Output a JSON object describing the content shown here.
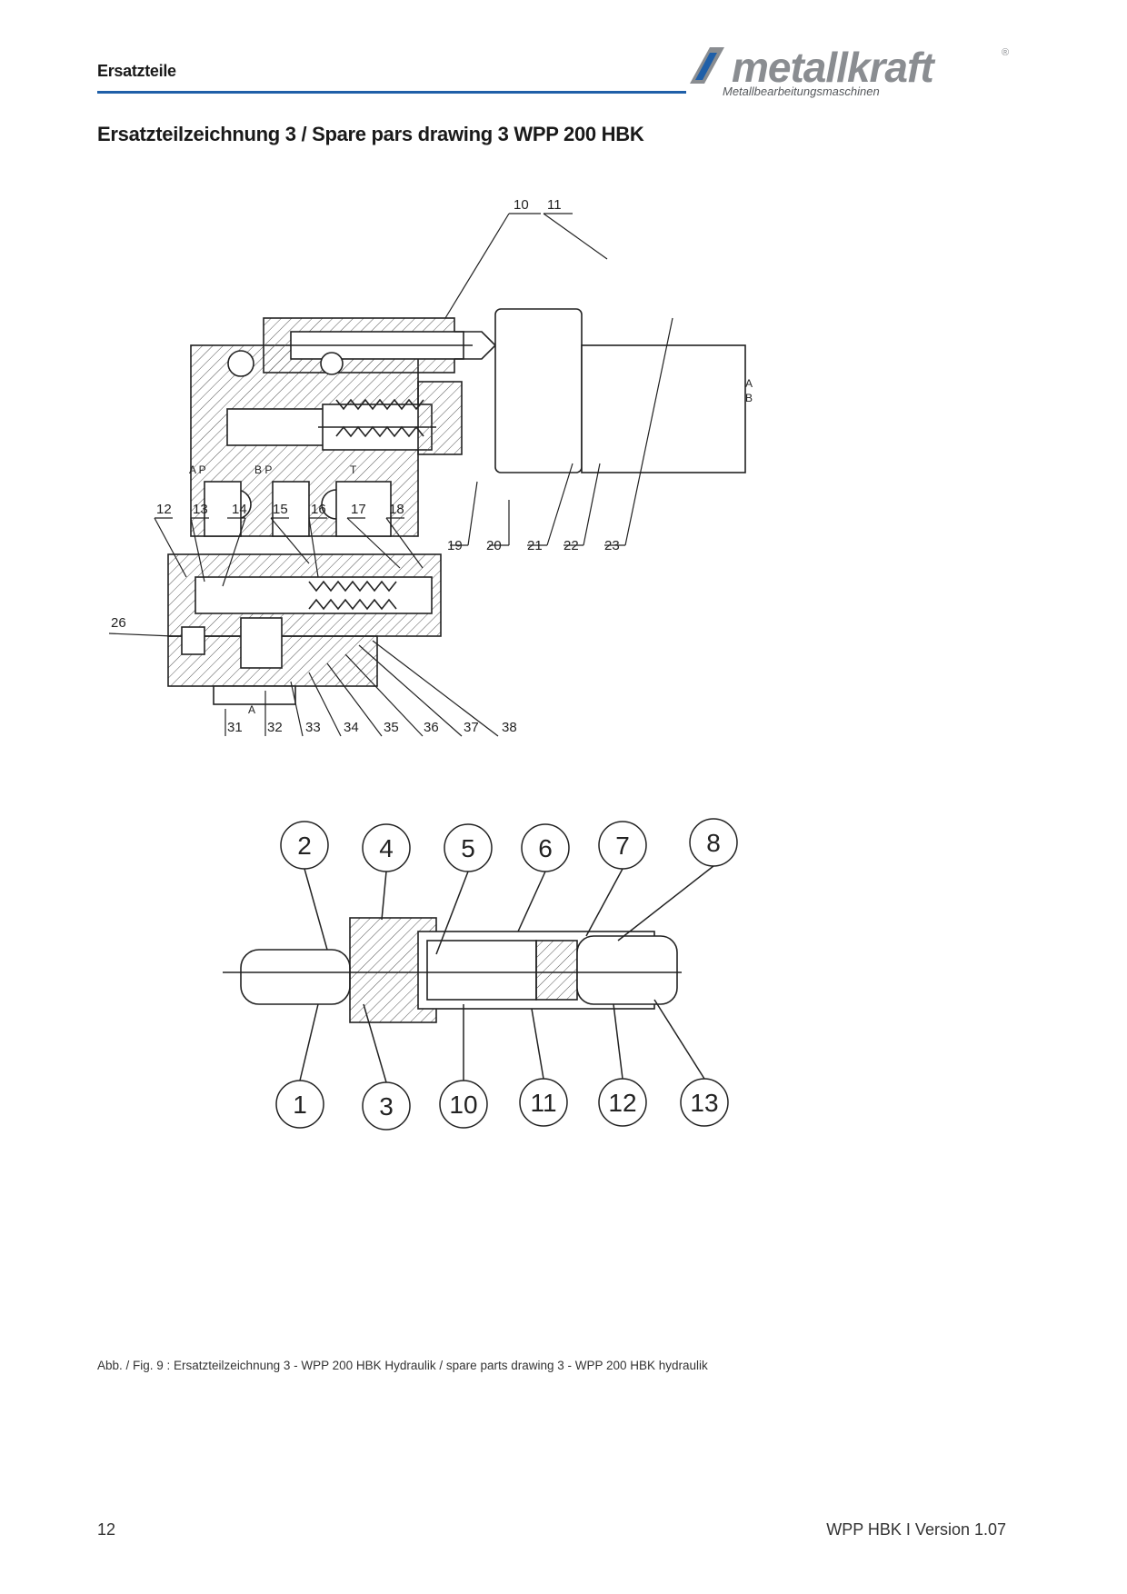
{
  "header": {
    "section_title": "Ersatzteile",
    "logo_brand": "metallkraft",
    "logo_registered": "®",
    "logo_tagline": "Metallbearbeitungsmaschinen",
    "accent_color": "#1f5fa8"
  },
  "page_heading": "Ersatzteilzeichnung 3 / Spare pars drawing 3 WPP 200 HBK",
  "drawing": {
    "upper_valve_labels": [
      "10",
      "11",
      "19",
      "20",
      "21",
      "22",
      "23"
    ],
    "port_labels": [
      "A P",
      "B P",
      "T",
      "A",
      "B"
    ],
    "lower_valve_labels": [
      "12",
      "13",
      "14",
      "15",
      "16",
      "17",
      "18",
      "26",
      "31",
      "32",
      "33",
      "34",
      "35",
      "36",
      "37",
      "38"
    ],
    "lower_port_label": "A",
    "cylinder_top_labels": [
      "2",
      "4",
      "5",
      "6",
      "7",
      "8"
    ],
    "cylinder_bottom_labels": [
      "1",
      "3",
      "10",
      "11",
      "12",
      "13"
    ]
  },
  "caption": "Abb. / Fig. 9 : Ersatzteilzeichnung 3 - WPP 200 HBK Hydraulik / spare parts drawing 3 - WPP 200 HBK hydraulik",
  "footer": {
    "page_number": "12",
    "doc_version": "WPP HBK I Version 1.07"
  }
}
